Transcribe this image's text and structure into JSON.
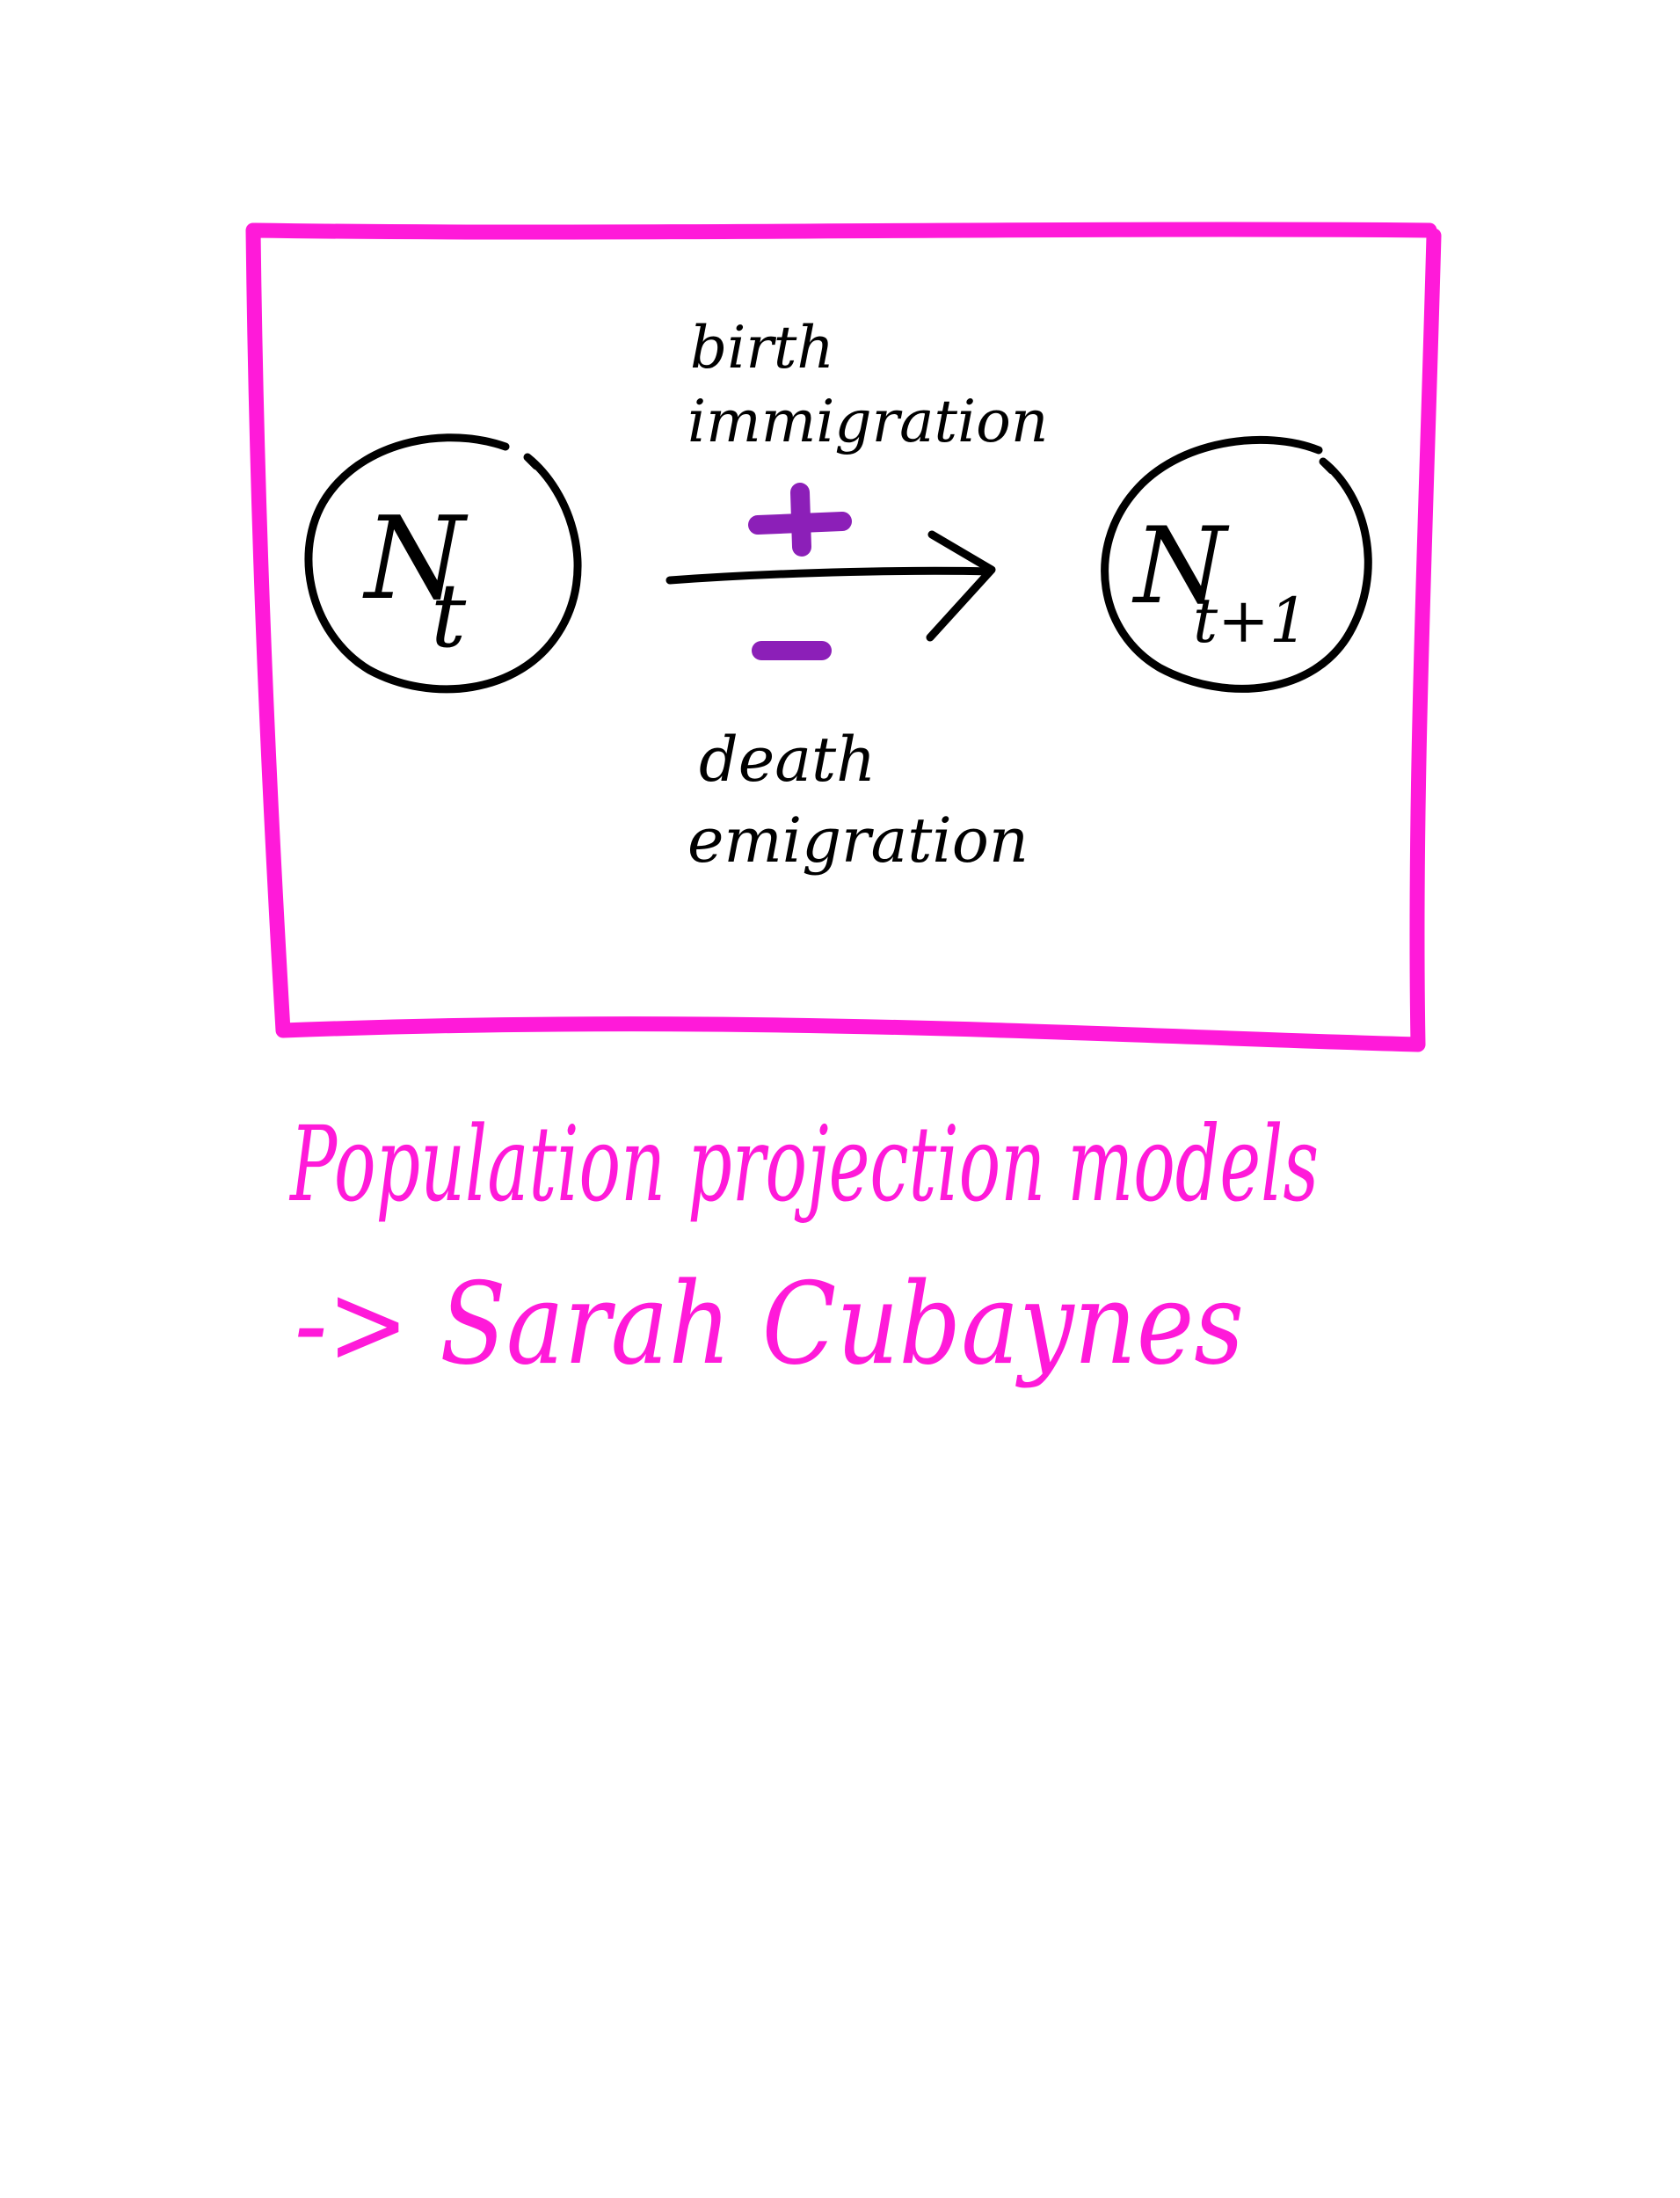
{
  "diagram": {
    "nodes": {
      "current": {
        "symbol": "N",
        "subscript": "t"
      },
      "next": {
        "symbol": "N",
        "subscript": "t+1"
      }
    },
    "gains": {
      "sign": "+",
      "labels": [
        "birth",
        "immigration"
      ]
    },
    "losses": {
      "sign": "-",
      "labels": [
        "death",
        "emigration"
      ]
    }
  },
  "caption": {
    "title": "Population projection models",
    "author_line": "-> Sarah Cubaynes"
  },
  "colors": {
    "frame": "#ff1ad9",
    "ink": "#000000",
    "sign": "#8c1fb8",
    "caption": "#ff1ad9"
  }
}
